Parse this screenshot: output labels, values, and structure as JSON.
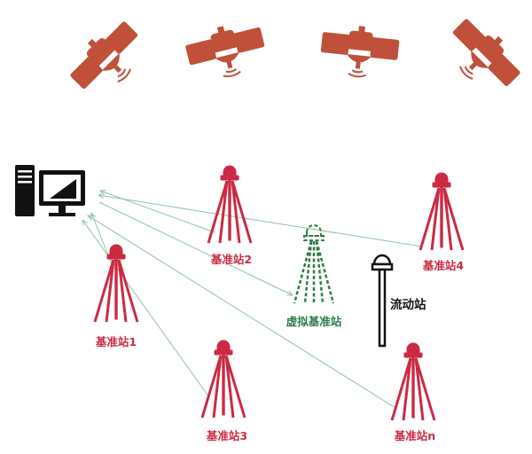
{
  "colors": {
    "satellite": "#c0503a",
    "station": "#cc2a42",
    "virtual_station": "#2e7d4a",
    "rover": "#111111",
    "link": "#8fc0a8",
    "computer": "#111111"
  },
  "satellites": [
    {
      "icon": "satellite-icon"
    },
    {
      "icon": "satellite-icon"
    },
    {
      "icon": "satellite-icon"
    },
    {
      "icon": "satellite-icon"
    }
  ],
  "computer": {
    "icon": "computer-icon"
  },
  "stations": [
    {
      "label": "基准站1"
    },
    {
      "label": "基准站2"
    },
    {
      "label": "基准站3"
    },
    {
      "label": "基准站4"
    },
    {
      "label": "基准站n"
    }
  ],
  "virtual_station": {
    "label": "虚拟基准站"
  },
  "rover": {
    "label": "流动站"
  }
}
